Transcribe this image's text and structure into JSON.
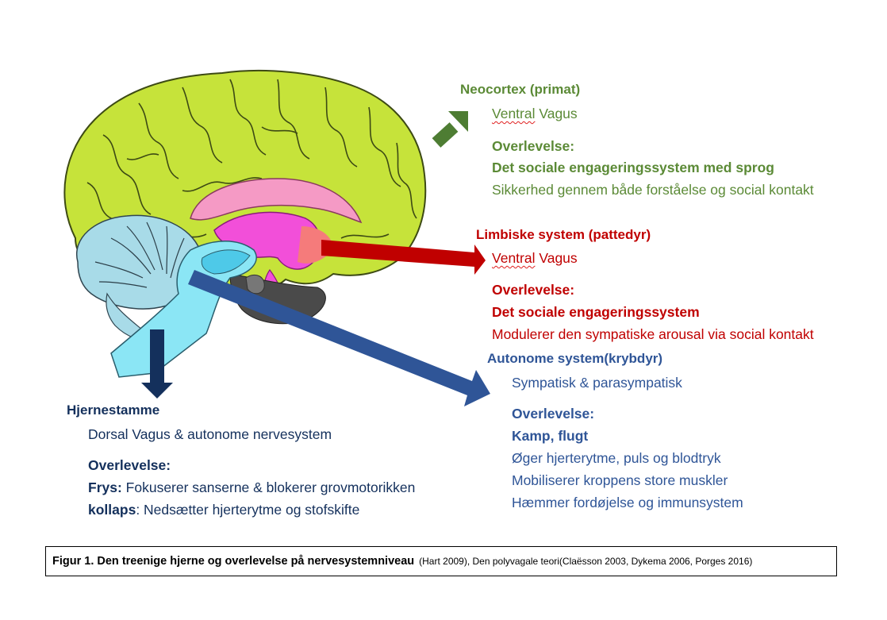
{
  "neocortex": {
    "title": "Neocortex (primat)",
    "nerve": "Ventral Vagus",
    "nerve_word_marked": "Ventral",
    "nerve_rest": " Vagus",
    "survival_label": "Overlevelse:",
    "system": "Det sociale engageringssystem med sprog",
    "description": "Sikkerhed gennem både forståelse og social kontakt",
    "color": "#5b8a36"
  },
  "limbic": {
    "title": "Limbiske system (pattedyr)",
    "nerve_word_marked": "Ventral",
    "nerve_rest": " Vagus",
    "survival_label": "Overlevelse:",
    "system": "Det sociale engageringssystem",
    "description": "Modulerer den sympatiske arousal via social kontakt",
    "color": "#c00000"
  },
  "autonomic": {
    "title": "Autonome system(krybdyr)",
    "nerve": "Sympatisk & parasympatisk",
    "survival_label": "Overlevelse:",
    "system": "Kamp, flugt",
    "effects": [
      "Øger hjerterytme, puls og blodtryk",
      "Mobiliserer kroppens store muskler",
      "Hæmmer fordøjelse og immunsystem"
    ],
    "color": "#2f5597"
  },
  "brainstem": {
    "title": "Hjernestamme",
    "nerve": "Dorsal Vagus & autonome nervesystem",
    "survival_label": "Overlevelse:",
    "freeze_label": "Frys:",
    "freeze_text": " Fokuserer sanserne & blokerer grovmotorikken",
    "collapse_label": "kollaps",
    "collapse_text": ": Nedsætter hjerterytme og stofskifte",
    "color": "#14305c"
  },
  "caption": {
    "main": "Figur 1. Den treenige hjerne og overlevelse på nervesystemniveau",
    "sources": "(Hart 2009), Den polyvagale teori(Claësson 2003, Dykema 2006, Porges 2016)"
  }
}
